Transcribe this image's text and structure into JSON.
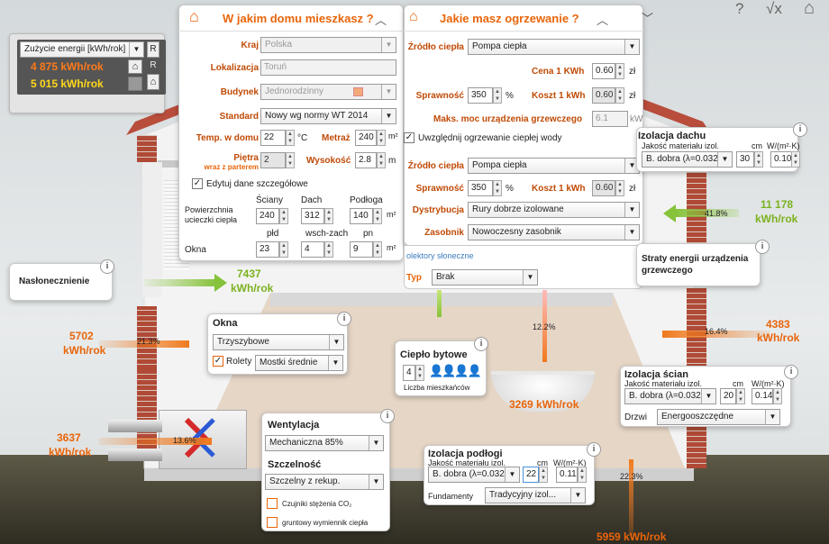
{
  "top_icons": {
    "help": "?",
    "formula": "√x",
    "home": "⌂"
  },
  "energy_box": {
    "selector": "Zużycie energii [kWh/rok]",
    "r_label": "R",
    "value_1": "4 875 kWh/rok",
    "value_2": "5 015 kWh/rok"
  },
  "house_panel": {
    "title": "W jakim domu mieszkasz ?",
    "kraj_label": "Kraj",
    "kraj_value": "Polska",
    "lokalizacja_label": "Lokalizacja",
    "lokalizacja_value": "Toruń",
    "budynek_label": "Budynek",
    "budynek_value": "Jednorodzinny",
    "standard_label": "Standard",
    "standard_value": "Nowy wg normy WT 2014",
    "temp_label": "Temp. w domu",
    "temp_value": "22",
    "temp_unit": "°C",
    "metraz_label": "Metraż",
    "metraz_value": "240",
    "metraz_unit": "m²",
    "pietra_label": "Piętra",
    "pietra_sub": "wraz z parterem",
    "pietra_value": "2",
    "wysokosc_label": "Wysokość",
    "wysokosc_value": "2.8",
    "wysokosc_unit": "m",
    "edit_label": "Edytuj dane szczegółowe",
    "col_sciany": "Ściany",
    "col_dach": "Dach",
    "col_podloga": "Podłoga",
    "area_label": "Powierzchnia ucieczki ciepła",
    "sciany_value": "240",
    "dach_value": "312",
    "podloga_value": "140",
    "area_unit": "m²",
    "col_pld": "płd",
    "col_wsch": "wsch-zach",
    "col_pn": "pn",
    "okna_label": "Okna",
    "pld_value": "23",
    "wsch_value": "4",
    "pn_value": "9",
    "okna_unit": "m²"
  },
  "heating_panel": {
    "title": "Jakie masz ogrzewanie ?",
    "zrodlo_label": "Źródło ciepła",
    "zrodlo_value": "Pompa ciepła",
    "cena_label": "Cena 1 KWh",
    "cena_value": "0.60",
    "cena_unit": "zł",
    "sprawnosc_label": "Sprawność",
    "sprawnosc_value": "350",
    "sprawnosc_unit": "%",
    "koszt_label": "Koszt 1 kWh",
    "koszt_value": "0.60",
    "koszt_unit": "zł",
    "moc_label": "Maks. moc urządzenia grzewczego",
    "moc_value": "6.1",
    "moc_unit": "kW",
    "cwu_label": "Uwzględnij ogrzewanie ciepłej wody",
    "zrodlo2_label": "Źródło ciepła",
    "zrodlo2_value": "Pompa ciepła",
    "sprawnosc2_label": "Sprawność",
    "sprawnosc2_value": "350",
    "sprawnosc2_unit": "%",
    "koszt2_label": "Koszt 1 kWh",
    "koszt2_value": "0.60",
    "koszt2_unit": "zł",
    "dystrybucja_label": "Dystrybucja",
    "dystrybucja_value": "Rury dobrze izolowane",
    "zasobnik_label": "Zasobnik",
    "zasobnik_value": "Nowoczesny zasobnik",
    "kolektory_label": "olektory słoneczne",
    "typ_label": "Typ",
    "typ_value": "Brak"
  },
  "roof_panel": {
    "title": "Izolacja dachu",
    "sub": "Jakość materiału izol.",
    "cm_label": "cm",
    "w_label": "W/(m²·K)",
    "material": "B. dobra (λ=0.032)",
    "cm_value": "30",
    "w_value": "0.10"
  },
  "roof_flow": {
    "percent": "41.8%",
    "value": "11 178",
    "unit": "kWh/rok"
  },
  "straty_box": {
    "text": "Straty energii urządzenia grzewczego"
  },
  "wall_flow": {
    "percent": "16.4%",
    "value": "4383",
    "unit": "kWh/rok"
  },
  "wall_panel": {
    "title": "Izolacja ścian",
    "sub": "Jakość materiału izol.",
    "cm_label": "cm",
    "w_label": "W/(m²·K)",
    "material": "B. dobra (λ=0.032)",
    "cm_value": "20",
    "w_value": "0.14",
    "drzwi_label": "Drzwi",
    "drzwi_value": "Energooszczędne"
  },
  "sun_box": {
    "label": "Nasłonecznienie",
    "value": "7437",
    "unit": "kWh/rok"
  },
  "windows_flow": {
    "percent": "21.3%",
    "value": "5702",
    "unit": "kWh/rok"
  },
  "windows_panel": {
    "title": "Okna",
    "type_value": "Trzyszybowe",
    "rolety_label": "Rolety",
    "rolety_value": "Mostki średnie"
  },
  "vent_flow": {
    "percent": "13.6%",
    "value": "3637",
    "unit": "kWh/rok"
  },
  "vent_panel": {
    "title": "Wentylacja",
    "vent_value": "Mechaniczna 85%",
    "szczelnosc_label": "Szczelność",
    "szczelnosc_value": "Szczelny z rekup.",
    "co2_label": "Czujniki stężenia CO₂",
    "gwc_label": "gruntowy wymiennik ciepła"
  },
  "water_box": {
    "title": "Ciepło bytowe",
    "persons_value": "4",
    "persons_label": "Liczba mieszkańców"
  },
  "water_flow": {
    "percent": "12.2%",
    "value": "3269 kWh/rok"
  },
  "floor_panel": {
    "title": "Izolacja podłogi",
    "sub": "Jakość materiału izol.",
    "cm_label": "cm",
    "w_label": "W/(m²·K)",
    "material": "B. dobra (λ=0.032)",
    "cm_value": "22",
    "w_value": "0.11",
    "fund_label": "Fundamenty",
    "fund_value": "Tradycyjny izol..."
  },
  "floor_flow": {
    "percent": "22.3%",
    "value": "5959 kWh/rok"
  }
}
